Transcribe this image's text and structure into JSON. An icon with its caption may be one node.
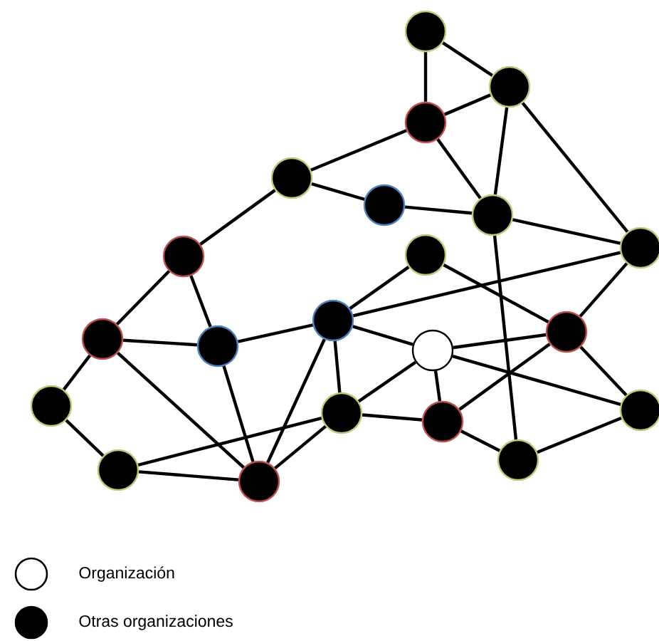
{
  "diagram": {
    "nodes": [
      {
        "text": [],
        "shape": "circle"
      },
      {
        "text": [],
        "shape": "circle"
      },
      {
        "text": [],
        "shape": "circle"
      },
      {
        "text": [],
        "shape": "circle"
      },
      {
        "text": [],
        "shape": "circle"
      },
      {
        "text": [],
        "shape": "circle"
      },
      {
        "text": [],
        "shape": "circle"
      },
      {
        "text": [],
        "shape": "circle"
      },
      {
        "text": [],
        "shape": "circle"
      },
      {
        "text": [],
        "shape": "circle"
      },
      {
        "text": [],
        "shape": "circle"
      },
      {
        "text": [],
        "shape": "circle"
      },
      {
        "text": [],
        "shape": "circle"
      },
      {
        "text": [],
        "shape": "circle"
      },
      {
        "text": [],
        "shape": "circle"
      },
      {
        "text": [],
        "shape": "circle"
      },
      {
        "text": [],
        "shape": "circle"
      },
      {
        "text": [],
        "shape": "circle"
      },
      {
        "text": [],
        "shape": "circle"
      },
      {
        "text": [],
        "shape": "circle"
      },
      {
        "text": [],
        "shape": "circle"
      }
    ],
    "edges": [
      {
        "from": 0,
        "to": 2,
        "arrow": "none"
      },
      {
        "from": 0,
        "to": 1,
        "arrow": "none"
      },
      {
        "from": 1,
        "to": 2,
        "arrow": "none"
      },
      {
        "from": 2,
        "to": 3,
        "arrow": "none"
      },
      {
        "from": 2,
        "to": 5,
        "arrow": "none"
      },
      {
        "from": 1,
        "to": 5,
        "arrow": "none"
      },
      {
        "from": 1,
        "to": 6,
        "arrow": "none"
      },
      {
        "from": 3,
        "to": 4,
        "arrow": "none"
      },
      {
        "from": 3,
        "to": 7,
        "arrow": "none"
      },
      {
        "from": 4,
        "to": 5,
        "arrow": "none"
      },
      {
        "from": 5,
        "to": 6,
        "arrow": "none"
      },
      {
        "from": 5,
        "to": 20,
        "arrow": "none"
      },
      {
        "from": 8,
        "to": 11,
        "arrow": "none"
      },
      {
        "from": 8,
        "to": 13,
        "arrow": "none"
      },
      {
        "from": 11,
        "to": 6,
        "arrow": "none"
      },
      {
        "from": 6,
        "to": 13,
        "arrow": "none"
      },
      {
        "from": 7,
        "to": 9,
        "arrow": "none"
      },
      {
        "from": 7,
        "to": 10,
        "arrow": "none"
      },
      {
        "from": 9,
        "to": 10,
        "arrow": "none"
      },
      {
        "from": 9,
        "to": 14,
        "arrow": "none"
      },
      {
        "from": 9,
        "to": 19,
        "arrow": "none"
      },
      {
        "from": 10,
        "to": 11,
        "arrow": "none"
      },
      {
        "from": 10,
        "to": 19,
        "arrow": "none"
      },
      {
        "from": 11,
        "to": 19,
        "arrow": "none"
      },
      {
        "from": 11,
        "to": 15,
        "arrow": "none"
      },
      {
        "from": 11,
        "to": 12,
        "arrow": "none"
      },
      {
        "from": 14,
        "to": 18,
        "arrow": "none"
      },
      {
        "from": 18,
        "to": 19,
        "arrow": "none"
      },
      {
        "from": 18,
        "to": 15,
        "arrow": "none"
      },
      {
        "from": 15,
        "to": 19,
        "arrow": "none"
      },
      {
        "from": 15,
        "to": 12,
        "arrow": "none"
      },
      {
        "from": 15,
        "to": 16,
        "arrow": "none"
      },
      {
        "from": 12,
        "to": 13,
        "arrow": "none"
      },
      {
        "from": 12,
        "to": 17,
        "arrow": "none"
      },
      {
        "from": 12,
        "to": 16,
        "arrow": "none"
      },
      {
        "from": 16,
        "to": 13,
        "arrow": "none"
      },
      {
        "from": 16,
        "to": 20,
        "arrow": "none"
      },
      {
        "from": 13,
        "to": 17,
        "arrow": "none"
      },
      {
        "from": 17,
        "to": 20,
        "arrow": "none"
      }
    ],
    "legend": [
      {
        "text": "Organización"
      },
      {
        "text": "Otras organizaciones"
      }
    ]
  }
}
